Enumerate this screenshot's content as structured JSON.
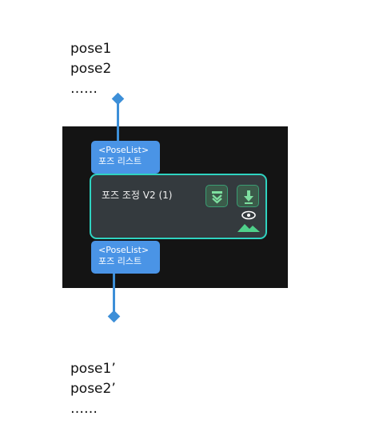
{
  "input_notes": [
    "pose1",
    "pose2",
    "……"
  ],
  "output_notes": [
    "pose1’",
    "pose2’",
    "……"
  ],
  "input_port": {
    "type": "<PoseList>",
    "label": "포즈 리스트"
  },
  "output_port": {
    "type": "<PoseList>",
    "label": "포즈 리스트"
  },
  "node": {
    "title": "포즈 조정 V2 (1)",
    "collapse_icon": "double-chevron-down-icon",
    "download_icon": "arrow-down-icon",
    "visualize_icon": "eye-landscape-icon"
  },
  "colors": {
    "port": "#4a94e6",
    "node_border": "#2fd3c0",
    "node_bg": "#343a3e",
    "canvas_bg": "#141414",
    "connector": "#3d8fd8",
    "button_green": "#3a9d73"
  }
}
